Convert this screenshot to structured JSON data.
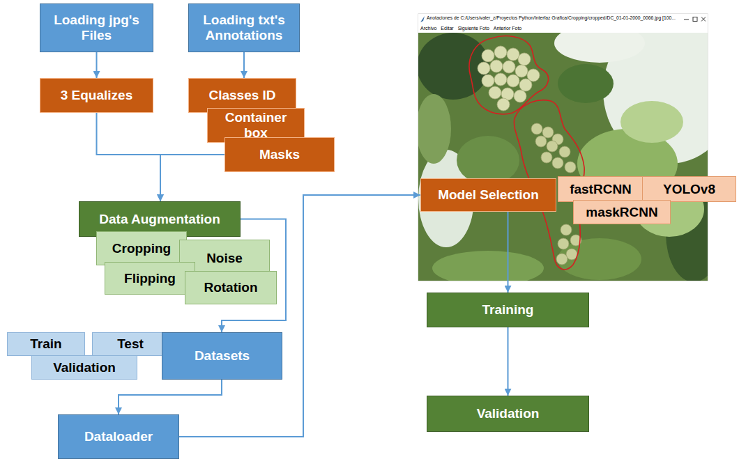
{
  "diagram": {
    "nodes": [
      {
        "text": [
          "Loading jpg's Files"
        ]
      },
      {
        "text": [
          "Loading txt's Annotations"
        ]
      },
      {
        "text": [
          "3 Equalizes"
        ]
      },
      {
        "text": [
          "Classes ID"
        ]
      },
      {
        "text": [
          "Container box"
        ]
      },
      {
        "text": [
          "Masks"
        ]
      },
      {
        "text": [
          "Data Augmentation"
        ]
      },
      {
        "text": [
          "Cropping"
        ]
      },
      {
        "text": [
          "Noise"
        ]
      },
      {
        "text": [
          "Flipping"
        ]
      },
      {
        "text": [
          "Rotation"
        ]
      },
      {
        "text": [
          "Train"
        ]
      },
      {
        "text": [
          "Test"
        ]
      },
      {
        "text": [
          "Validation"
        ]
      },
      {
        "text": [
          "Datasets"
        ]
      },
      {
        "text": [
          "Dataloader"
        ]
      },
      {
        "text": [
          "Model Selection"
        ]
      },
      {
        "text": [
          "fastRCNN"
        ]
      },
      {
        "text": [
          "YOLOv8"
        ]
      },
      {
        "text": [
          "maskRCNN"
        ]
      },
      {
        "text": [
          "Training"
        ]
      },
      {
        "text": [
          "Validation"
        ]
      }
    ],
    "edges": [
      {
        "from": 0,
        "to": 2,
        "arrow": "to"
      },
      {
        "from": 1,
        "to": 3,
        "arrow": "to"
      },
      {
        "from": 2,
        "to": 6,
        "arrow": "to"
      },
      {
        "from": 5,
        "to": 6,
        "arrow": "to"
      },
      {
        "from": 6,
        "to": 14,
        "arrow": "to"
      },
      {
        "from": 14,
        "to": 15,
        "arrow": "to"
      },
      {
        "from": 15,
        "to": 16,
        "arrow": "to"
      },
      {
        "from": 16,
        "to": 20,
        "arrow": "to"
      },
      {
        "from": 20,
        "to": 21,
        "arrow": "to"
      }
    ],
    "labels": [
      "Anotaciones de C:/Users/valer_z/Proyectos Python/Interfaz Grafica/Cropping/cropped/DC_01-01-2000_0066.jpg [100...",
      "Archivo",
      "Editar",
      "Siguiente Foto",
      "Anterior Foto"
    ]
  }
}
